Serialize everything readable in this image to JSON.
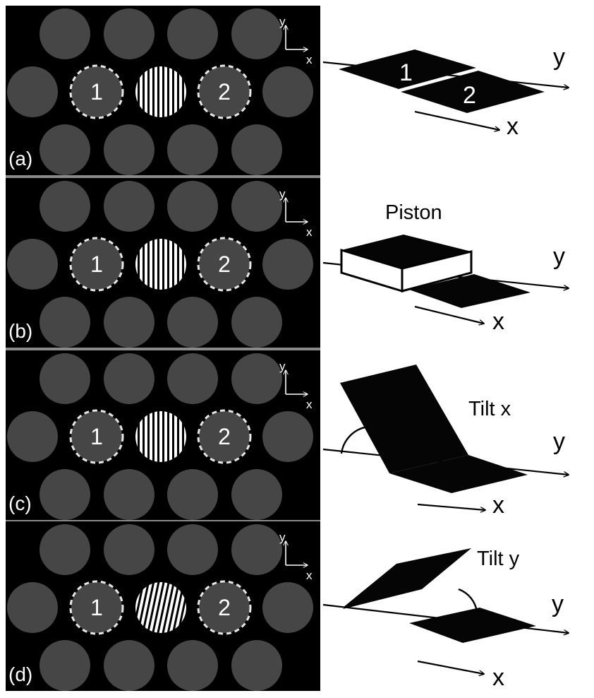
{
  "colors": {
    "panel_background": "#000000",
    "segment": "#464646",
    "separator": "#8a8a8a",
    "dashed_outline": "#e6e6e6",
    "label_text": "#ffffff",
    "stripe": "#ffffff",
    "mirror_fill": "#050505",
    "line": "#000000"
  },
  "panels": [
    {
      "tag": "(a)",
      "left_seg_label": "1",
      "right_seg_label": "2",
      "axis_y": "y",
      "axis_x": "x",
      "fringe": "vertical",
      "mode": "flat",
      "mode_label": "",
      "mirror_labels": [
        "1",
        "2"
      ],
      "mirror_y": "y",
      "mirror_x": "x"
    },
    {
      "tag": "(b)",
      "left_seg_label": "1",
      "right_seg_label": "2",
      "axis_y": "y",
      "axis_x": "x",
      "fringe": "vertical",
      "mode": "piston",
      "mode_label": "Piston",
      "mirror_labels": [],
      "mirror_y": "y",
      "mirror_x": "x"
    },
    {
      "tag": "(c)",
      "left_seg_label": "1",
      "right_seg_label": "2",
      "axis_y": "y",
      "axis_x": "x",
      "fringe": "vertical",
      "mode": "tilt-x",
      "mode_label": "Tilt x",
      "mirror_labels": [],
      "mirror_y": "y",
      "mirror_x": "x"
    },
    {
      "tag": "(d)",
      "left_seg_label": "1",
      "right_seg_label": "2",
      "axis_y": "y",
      "axis_x": "x",
      "fringe": "tilted",
      "mode": "tilt-y",
      "mode_label": "Tilt y",
      "mirror_labels": [],
      "mirror_y": "y",
      "mirror_x": "x"
    }
  ]
}
